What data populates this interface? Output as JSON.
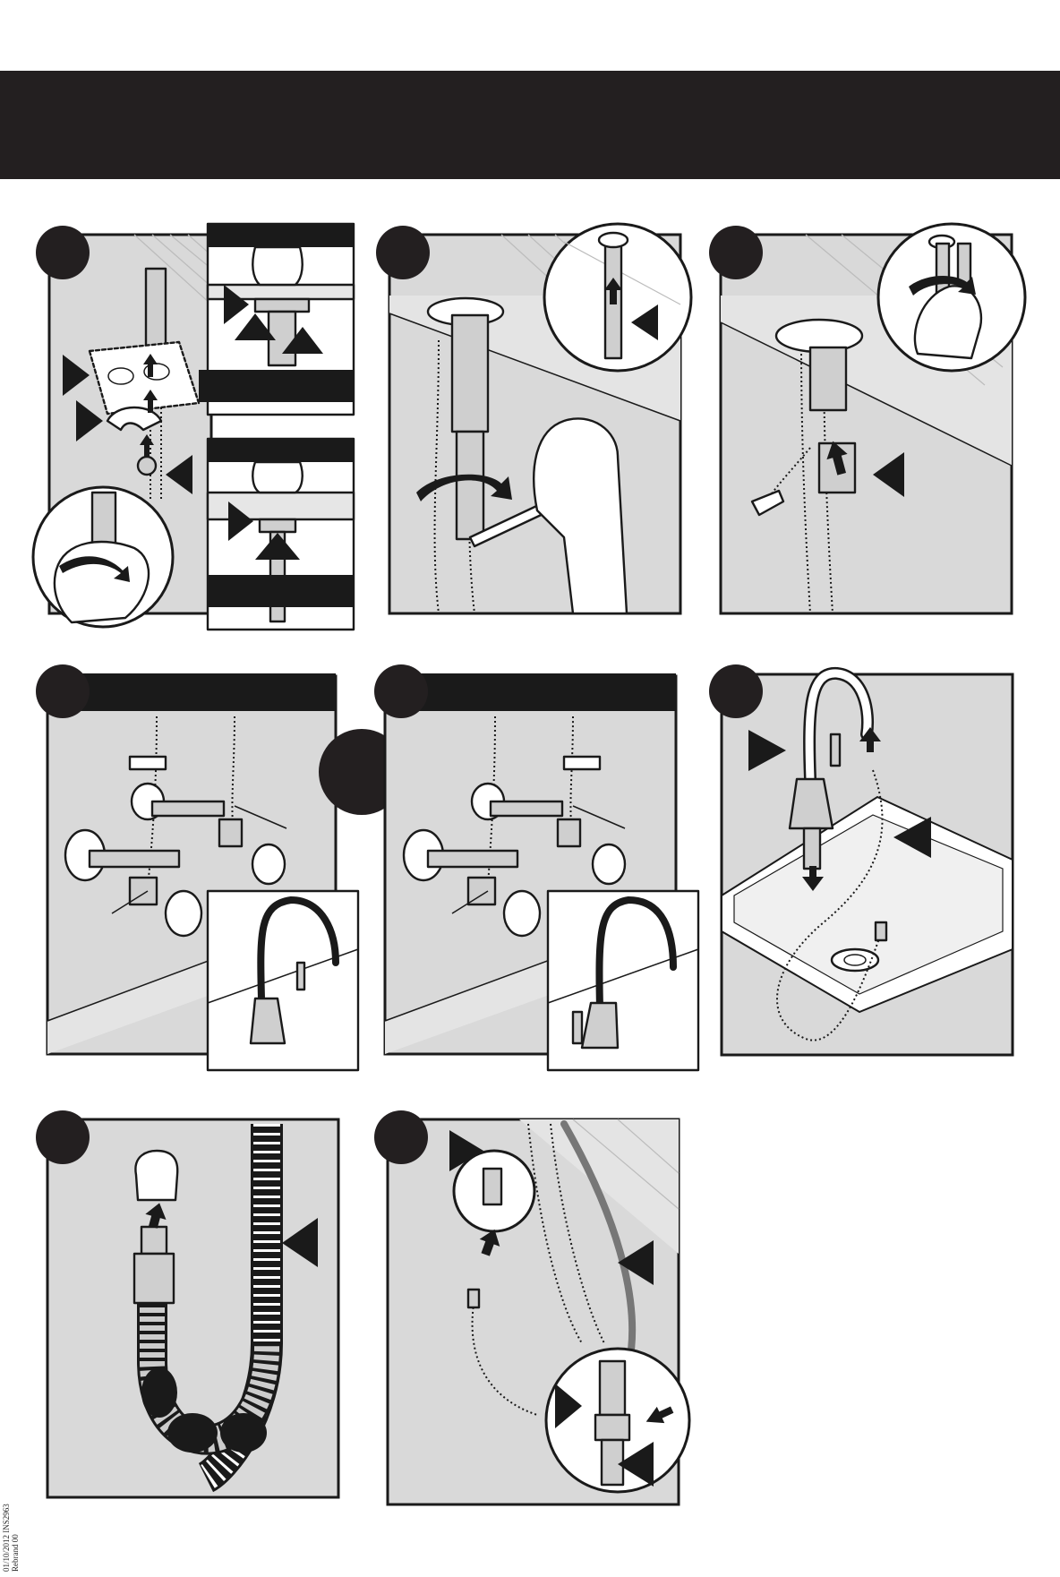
{
  "footer": {
    "doc_code_line1": "01/10/2012  INS2963",
    "doc_code_line2": "Rebrand 00"
  },
  "colors": {
    "banner": "#231f20",
    "panel_fill": "#d9d9d9",
    "ink": "#1a1a1a"
  },
  "steps": [
    {
      "id": "step-1",
      "icon": "mounting-hardware-illustration"
    },
    {
      "id": "step-2",
      "icon": "tighten-nut-with-tool-illustration"
    },
    {
      "id": "step-3",
      "icon": "attach-supply-line-illustration"
    },
    {
      "id": "step-4a",
      "icon": "connect-supply-lines-illustration"
    },
    {
      "id": "step-4b",
      "icon": "connect-supply-lines-alt-illustration"
    },
    {
      "id": "step-5",
      "icon": "insert-spray-hose-illustration"
    },
    {
      "id": "step-6",
      "icon": "attach-hose-weight-illustration"
    },
    {
      "id": "step-7",
      "icon": "connect-spray-hose-illustration"
    }
  ]
}
